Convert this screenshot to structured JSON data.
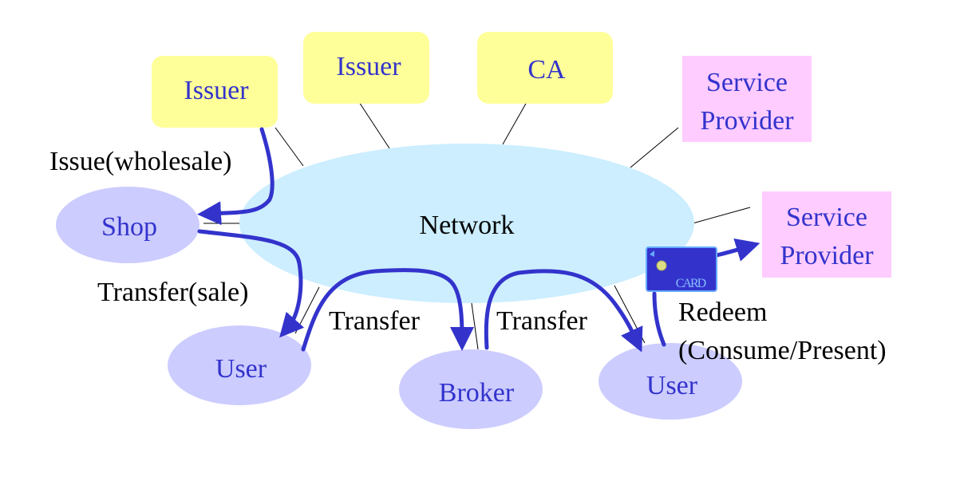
{
  "colors": {
    "issuer_fill": "#ffff99",
    "provider_fill": "#ffccff",
    "network_fill": "#cceeff",
    "party_fill": "#ccccff",
    "node_text": "#3333cc",
    "flow_arrow": "#3333cc",
    "card_fill": "#3333cc",
    "card_border": "#66aaff"
  },
  "nodes": {
    "issuer_left": "Issuer",
    "issuer_center": "Issuer",
    "ca": "CA",
    "service_provider_top": [
      "Service",
      "Provider"
    ],
    "service_provider_right": [
      "Service",
      "Provider"
    ],
    "network": "Network",
    "shop": "Shop",
    "user_left": "User",
    "broker": "Broker",
    "user_right": "User"
  },
  "card": {
    "icon": "smart-card",
    "label": "CARD"
  },
  "flows": {
    "issue": "Issue(wholesale)",
    "transfer_sale": "Transfer(sale)",
    "transfer_1": "Transfer",
    "transfer_2": "Transfer",
    "redeem": [
      "Redeem",
      "(Consume/Present)"
    ]
  }
}
